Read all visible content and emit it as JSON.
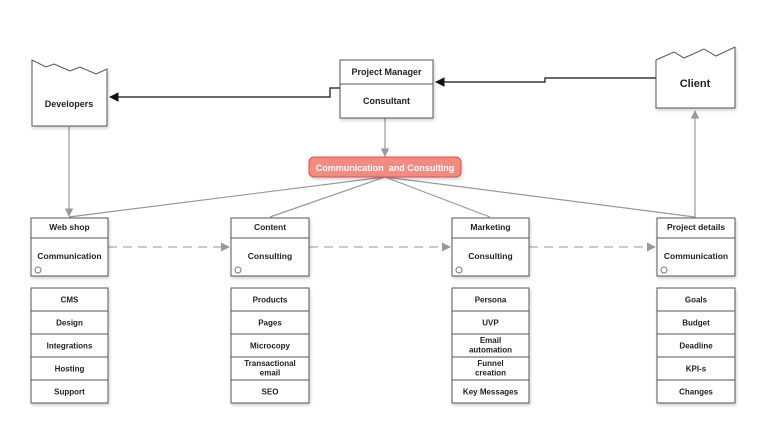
{
  "pm_box": {
    "title": "Project Manager",
    "subtitle": "Consultant"
  },
  "developers": {
    "label": "Developers"
  },
  "client": {
    "label": "Client"
  },
  "hub": {
    "label": "Communication  and Consulting",
    "fill": "#f28b82",
    "stroke": "#d9534f",
    "text_color": "#ffffff"
  },
  "columns": [
    {
      "title": "Web shop",
      "subtitle": "Communication",
      "items": [
        "CMS",
        "Design",
        "Integrations",
        "Hosting",
        "Support"
      ]
    },
    {
      "title": "Content",
      "subtitle": "Consulting",
      "items": [
        "Products",
        "Pages",
        "Microcopy",
        "Transactional email",
        "SEO"
      ]
    },
    {
      "title": "Marketing",
      "subtitle": "Consulting",
      "items": [
        "Persona",
        "UVP",
        "Email automation",
        "Funnel creation",
        "Key Messages"
      ]
    },
    {
      "title": "Project details",
      "subtitle": "Communication",
      "items": [
        "Goals",
        "Budget",
        "Deadline",
        "KPI-s",
        "Changes"
      ]
    }
  ],
  "colors": {
    "edge": "#888888",
    "arrow_dark": "#111111",
    "border": "#555555"
  },
  "icons": {
    "column_corner": "gear-icon",
    "building": "factory-icon"
  }
}
